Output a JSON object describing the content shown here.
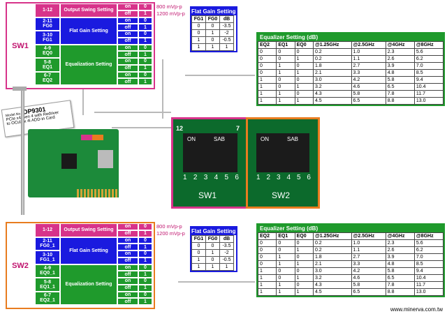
{
  "sw1": {
    "label": "SW1",
    "rows": [
      {
        "pin": "1-12",
        "setting": "Output Swing Setting",
        "state": "on",
        "val": "0"
      },
      {
        "pin": "",
        "setting": "",
        "state": "off",
        "val": "1"
      },
      {
        "pin": "2-11\nFG0",
        "setting": "Flat Gain Setting",
        "state": "on",
        "val": "0"
      },
      {
        "pin": "",
        "setting": "",
        "state": "off",
        "val": "1"
      },
      {
        "pin": "3-10\nFG1",
        "setting": "",
        "state": "on",
        "val": "0"
      },
      {
        "pin": "",
        "setting": "",
        "state": "off",
        "val": "1"
      },
      {
        "pin": "4-9\nEQ0",
        "setting": "Equalization Setting",
        "state": "on",
        "val": "0"
      },
      {
        "pin": "",
        "setting": "",
        "state": "off",
        "val": "1"
      },
      {
        "pin": "5-8\nEQ1",
        "setting": "",
        "state": "on",
        "val": "0"
      },
      {
        "pin": "",
        "setting": "",
        "state": "off",
        "val": "1"
      },
      {
        "pin": "6-7\nEQ2",
        "setting": "",
        "state": "on",
        "val": "0"
      },
      {
        "pin": "",
        "setting": "",
        "state": "off",
        "val": "1"
      }
    ],
    "swing_on": "800 mVp-p",
    "swing_off": "1200 mVp-p"
  },
  "sw2": {
    "label": "SW2",
    "rows": [
      {
        "pin": "1-12",
        "setting": "Output Swing Setting",
        "state": "on",
        "val": "0"
      },
      {
        "pin": "",
        "setting": "",
        "state": "off",
        "val": "1"
      },
      {
        "pin": "2-11\nFG0_1",
        "setting": "Flat Gain Setting",
        "state": "on",
        "val": "0"
      },
      {
        "pin": "",
        "setting": "",
        "state": "off",
        "val": "1"
      },
      {
        "pin": "3-10\nFG1_1",
        "setting": "",
        "state": "on",
        "val": "0"
      },
      {
        "pin": "",
        "setting": "",
        "state": "off",
        "val": "1"
      },
      {
        "pin": "4-9\nEQ0_1",
        "setting": "Equalization Setting",
        "state": "on",
        "val": "0"
      },
      {
        "pin": "",
        "setting": "",
        "state": "off",
        "val": "1"
      },
      {
        "pin": "5-8\nEQ1_1",
        "setting": "",
        "state": "on",
        "val": "0"
      },
      {
        "pin": "",
        "setting": "",
        "state": "off",
        "val": "1"
      },
      {
        "pin": "6-7\nEQ2_1",
        "setting": "",
        "state": "on",
        "val": "0"
      },
      {
        "pin": "",
        "setting": "",
        "state": "off",
        "val": "1"
      }
    ],
    "swing_on": "800 mVp-p",
    "swing_off": "1200 mVp-p"
  },
  "flat_gain_1": {
    "title": "Flat Gain Setting",
    "headers": [
      "FG1",
      "FG0",
      "dB"
    ],
    "rows": [
      [
        "0",
        "0",
        "-3.5"
      ],
      [
        "0",
        "1",
        "-2"
      ],
      [
        "1",
        "0",
        "-0.5"
      ],
      [
        "1",
        "1",
        "1"
      ]
    ]
  },
  "flat_gain_2": {
    "title": "Flat Gain Setting",
    "headers": [
      "FG1",
      "FG0",
      "dB"
    ],
    "rows": [
      [
        "0",
        "0",
        "-3.5"
      ],
      [
        "0",
        "1",
        "-2"
      ],
      [
        "1",
        "0",
        "-0.5"
      ],
      [
        "1",
        "1",
        "1"
      ]
    ]
  },
  "eq_1": {
    "title": "Equalizer Setting (dB)",
    "headers": [
      "EQ2",
      "EQ1",
      "EQ0",
      "@1.25GHz",
      "@2.5GHz",
      "@4GHz",
      "@8GHz"
    ],
    "rows": [
      [
        "0",
        "0",
        "0",
        "0.2",
        "1.0",
        "2.3",
        "5.6"
      ],
      [
        "0",
        "0",
        "1",
        "0.2",
        "1.1",
        "2.6",
        "6.2"
      ],
      [
        "0",
        "1",
        "0",
        "1.8",
        "2.7",
        "3.9",
        "7.0"
      ],
      [
        "0",
        "1",
        "1",
        "2.1",
        "3.3",
        "4.8",
        "8.5"
      ],
      [
        "1",
        "0",
        "0",
        "3.0",
        "4.2",
        "5.8",
        "9.4"
      ],
      [
        "1",
        "0",
        "1",
        "3.2",
        "4.6",
        "6.5",
        "10.4"
      ],
      [
        "1",
        "1",
        "0",
        "4.3",
        "5.8",
        "7.8",
        "11.7"
      ],
      [
        "1",
        "1",
        "1",
        "4.5",
        "6.5",
        "8.8",
        "13.0"
      ]
    ]
  },
  "eq_2": {
    "title": "Equalizer Setting (dB)",
    "headers": [
      "EQ2",
      "EQ1",
      "EQ0",
      "@1.25GHz",
      "@2.5GHz",
      "@4GHz",
      "@8GHz"
    ],
    "rows": [
      [
        "0",
        "0",
        "0",
        "0.2",
        "1.0",
        "2.3",
        "5.6"
      ],
      [
        "0",
        "0",
        "1",
        "0.2",
        "1.1",
        "2.6",
        "6.2"
      ],
      [
        "0",
        "1",
        "0",
        "1.8",
        "2.7",
        "3.9",
        "7.0"
      ],
      [
        "0",
        "1",
        "1",
        "2.1",
        "3.3",
        "4.8",
        "8.5"
      ],
      [
        "1",
        "0",
        "0",
        "3.0",
        "4.2",
        "5.8",
        "9.4"
      ],
      [
        "1",
        "0",
        "1",
        "3.2",
        "4.6",
        "6.5",
        "10.4"
      ],
      [
        "1",
        "1",
        "0",
        "4.3",
        "5.8",
        "7.8",
        "11.7"
      ],
      [
        "1",
        "1",
        "1",
        "4.5",
        "6.5",
        "8.8",
        "13.0"
      ]
    ]
  },
  "model_tag": {
    "prefix": "Model No.:",
    "model": "DP9301",
    "desc1": "PCIe x4 Gen 4 with Redriver",
    "desc2": "to OCulink 4i ADD-in Card"
  },
  "dip_photo": {
    "top_left_num": "12",
    "top_right_num": "7",
    "on_label": "ON",
    "sab_label": "SAB",
    "bottom_nums": [
      "1",
      "2",
      "3",
      "4",
      "5",
      "6"
    ],
    "sw1_label": "SW1",
    "sw2_label": "SW2"
  },
  "footer": {
    "url": "www.minerva.com.tw"
  }
}
